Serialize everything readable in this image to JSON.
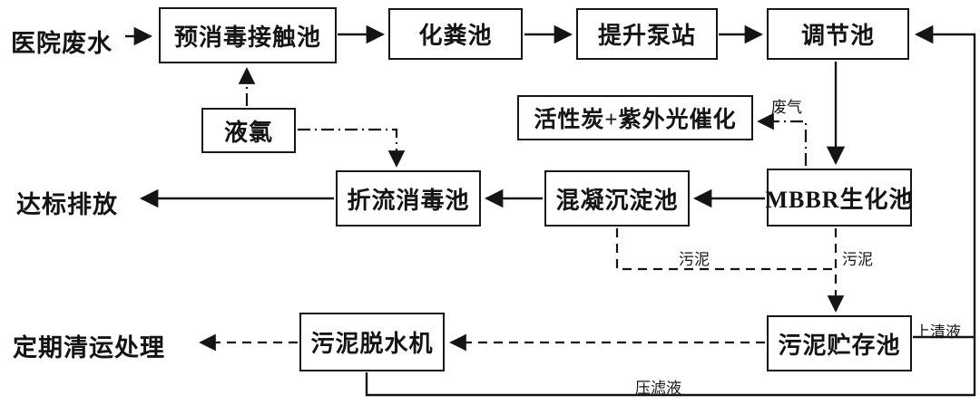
{
  "diagram": {
    "nodes": {
      "source": "医院废水",
      "pre_disinfection": "预消毒接触池",
      "septic": "化粪池",
      "lift_pump": "提升泵站",
      "regulation": "调节池",
      "liquid_chlorine": "液氯",
      "uv_catalysis": "活性炭+紫外光催化",
      "baffled_disinfection": "折流消毒池",
      "coagulation": "混凝沉淀池",
      "mbbr": "MBBR生化池",
      "discharge": "达标排放",
      "sludge_dewatering": "污泥脱水机",
      "sludge_storage": "污泥贮存池",
      "periodic_removal": "定期清运处理"
    },
    "edge_labels": {
      "waste_gas": "废气",
      "sludge_left": "污泥",
      "sludge_right": "污泥",
      "supernatant": "上清液",
      "filtrate": "压滤液"
    }
  }
}
